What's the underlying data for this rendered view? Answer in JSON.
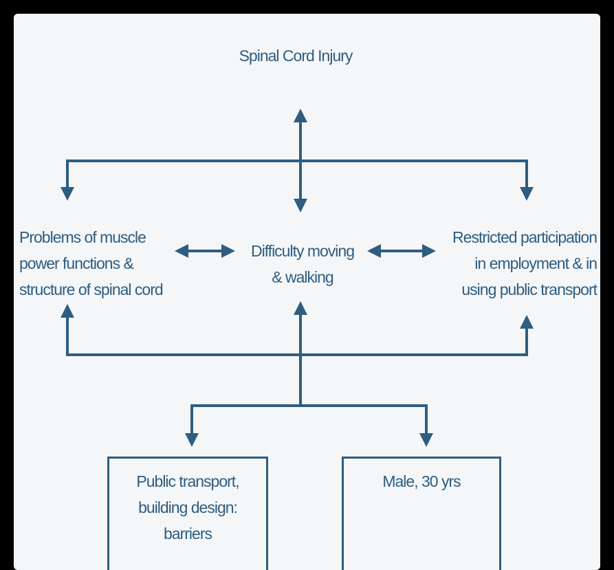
{
  "diagram": {
    "nodes": {
      "health_condition": "Spinal Cord Injury",
      "body_functions": "Problems of muscle\npower functions &\nstructure of spinal cord",
      "activity": "Difficulty moving\n& walking",
      "participation": "Restricted participation\nin employment & in\nusing public transport",
      "environmental": "Public transport,\nbuilding design:\nbarriers",
      "personal": "Male, 30 yrs"
    },
    "colors": {
      "line": "#2e5d80",
      "text": "#2e5d80",
      "panel": "#f4f6f8",
      "frame": "#000000"
    }
  }
}
